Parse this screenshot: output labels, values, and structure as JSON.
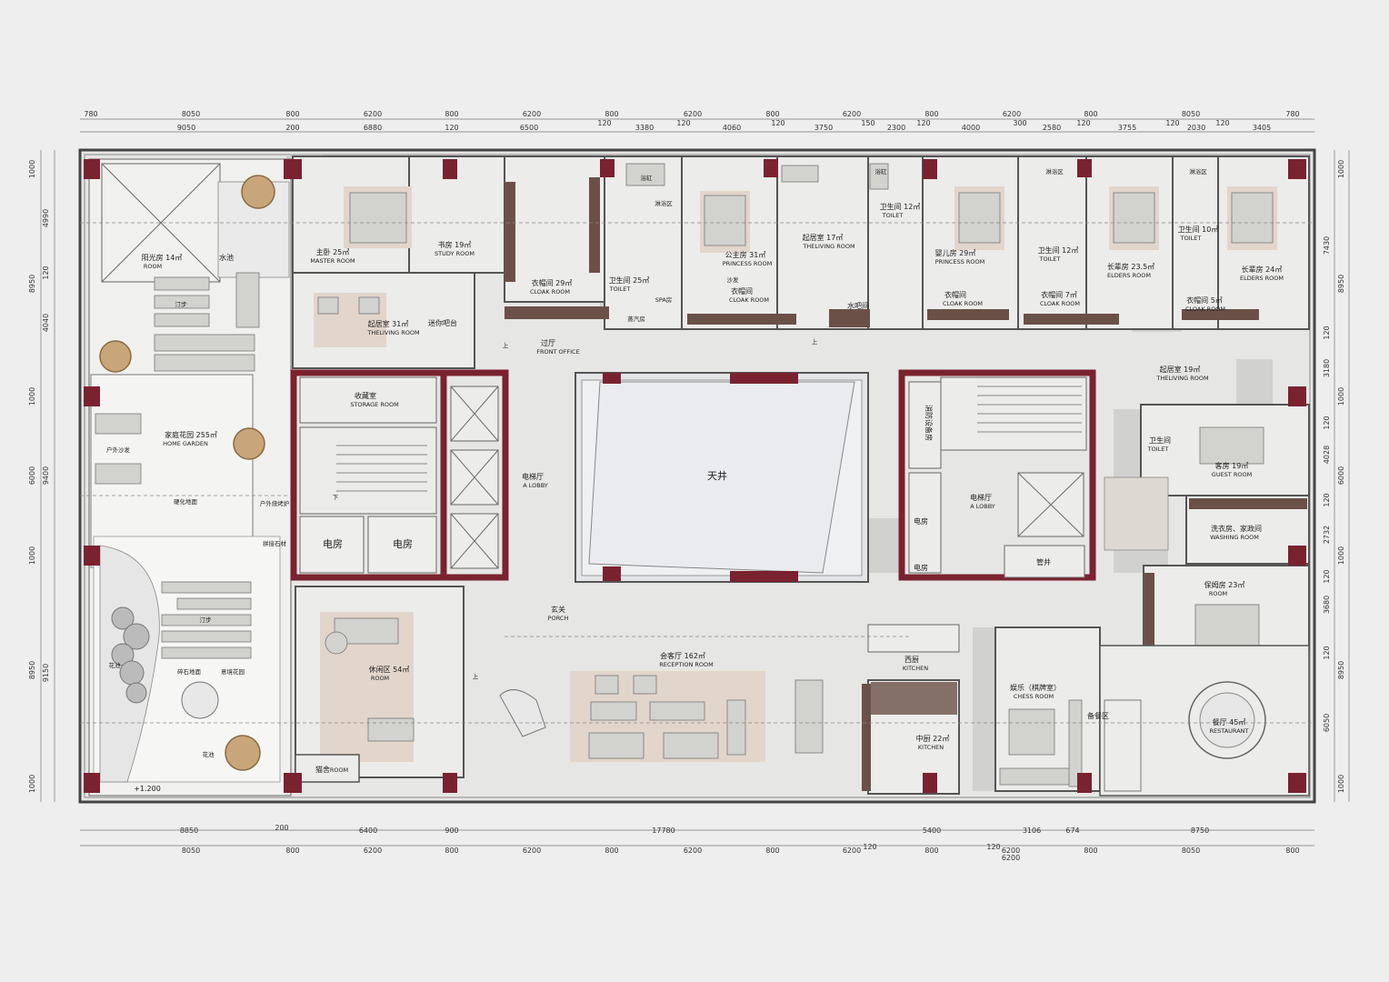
{
  "dims": {
    "top_outer": [
      "780",
      "8050",
      "800",
      "6200",
      "800",
      "6200",
      "800",
      "6200",
      "800",
      "6200",
      "800",
      "6200",
      "800",
      "8050",
      "780"
    ],
    "top_inner": [
      "9050",
      "200",
      "6880",
      "120",
      "6500",
      "120",
      "3380",
      "120",
      "4060",
      "120",
      "3750",
      "150",
      "2300",
      "120",
      "4000",
      "300",
      "2580",
      "120",
      "3755",
      "120",
      "2030",
      "120",
      "3405"
    ],
    "bottom_inner": [
      "8850",
      "200",
      "6400",
      "900",
      "17780",
      "5400",
      "3106",
      "674",
      "8750"
    ],
    "bottom_outer": [
      "8050",
      "800",
      "6200",
      "800",
      "6200",
      "800",
      "6200",
      "800",
      "6200",
      "120",
      "6200",
      "120",
      "800",
      "6200",
      "800",
      "8050",
      "800"
    ],
    "left_outer": [
      "1000",
      "8950",
      "1000",
      "6000",
      "1000",
      "8950",
      "1000"
    ],
    "left_inner": [
      "4990",
      "120",
      "4040",
      "9400",
      "9150"
    ],
    "right_outer": [
      "1000",
      "8950",
      "1000",
      "6000",
      "1000",
      "8950",
      "1000"
    ],
    "right_inner": [
      "7430",
      "120",
      "3180",
      "120",
      "4028",
      "120",
      "2732",
      "120",
      "3680",
      "120",
      "6050"
    ]
  },
  "rooms": [
    {
      "id": "sunroom",
      "cn": "阳光房 14㎡",
      "en": "ROOM"
    },
    {
      "id": "pool",
      "cn": "水池",
      "en": ""
    },
    {
      "id": "master",
      "cn": "主卧 25㎡",
      "en": "MASTER ROOM"
    },
    {
      "id": "study",
      "cn": "书房 19㎡",
      "en": "STUDY ROOM"
    },
    {
      "id": "cloak1",
      "cn": "衣帽间 29㎡",
      "en": "CLOAK ROOM"
    },
    {
      "id": "toilet1",
      "cn": "卫生间 25㎡",
      "en": "TOILET"
    },
    {
      "id": "princess1",
      "cn": "公主房 31㎡",
      "en": "PRINCESS ROOM"
    },
    {
      "id": "cloak2",
      "cn": "衣帽间",
      "en": "CLOAK ROOM"
    },
    {
      "id": "living1",
      "cn": "起居室 17㎡",
      "en": "THELIVING ROOM"
    },
    {
      "id": "toilet2",
      "cn": "卫生间 12㎡",
      "en": "TOILET"
    },
    {
      "id": "waterbar",
      "cn": "水吧间",
      "en": ""
    },
    {
      "id": "princess2",
      "cn": "婴儿房 29㎡",
      "en": "PRINCESS ROOM"
    },
    {
      "id": "cloak3",
      "cn": "衣帽间",
      "en": "CLOAK ROOM"
    },
    {
      "id": "toilet3",
      "cn": "卫生间 12㎡",
      "en": "TOILET"
    },
    {
      "id": "cloak4",
      "cn": "衣帽间 7㎡",
      "en": "CLOAK ROOM"
    },
    {
      "id": "elders1",
      "cn": "长辈房 23.5㎡",
      "en": "ELDERS ROOM"
    },
    {
      "id": "toilet4",
      "cn": "卫生间 10㎡",
      "en": "TOILET"
    },
    {
      "id": "cloak5",
      "cn": "衣帽间 5㎡",
      "en": "CLOAK ROOM"
    },
    {
      "id": "elders2",
      "cn": "长辈房 24㎡",
      "en": "ELDERS ROOM"
    },
    {
      "id": "living2",
      "cn": "起居室 31㎡",
      "en": "THELIVING ROOM"
    },
    {
      "id": "minibar",
      "cn": "迷你吧台",
      "en": ""
    },
    {
      "id": "frontoffice",
      "cn": "过厅",
      "en": "FRONT OFFICE"
    },
    {
      "id": "storage",
      "cn": "收藏室",
      "en": "STORAGE ROOM"
    },
    {
      "id": "garden",
      "cn": "家庭花园 255㎡",
      "en": "HOME GARDEN"
    },
    {
      "id": "alobby1",
      "cn": "电梯厅",
      "en": "A LOBBY"
    },
    {
      "id": "atrium",
      "cn": "天井",
      "en": ""
    },
    {
      "id": "alobby2",
      "cn": "电梯厅",
      "en": "A LOBBY"
    },
    {
      "id": "living3",
      "cn": "起居室 19㎡",
      "en": "THELIVING ROOM"
    },
    {
      "id": "toilet5",
      "cn": "卫生间",
      "en": "TOILET"
    },
    {
      "id": "guest",
      "cn": "客房 19㎡",
      "en": "GUEST ROOM"
    },
    {
      "id": "washing",
      "cn": "洗衣房、家政间",
      "en": "WASHING ROOM"
    },
    {
      "id": "nanny",
      "cn": "保姆房 23㎡",
      "en": "ROOM"
    },
    {
      "id": "lounge",
      "cn": "休闲区 54㎡",
      "en": "ROOM"
    },
    {
      "id": "porch",
      "cn": "玄关",
      "en": "PORCH"
    },
    {
      "id": "reception",
      "cn": "会客厅 162㎡",
      "en": "RECEPTION ROOM"
    },
    {
      "id": "westkitchen",
      "cn": "西厨",
      "en": "KITCHEN"
    },
    {
      "id": "chinesekitchen",
      "cn": "中厨 22㎡",
      "en": "KITCHEN"
    },
    {
      "id": "chess",
      "cn": "娱乐（棋牌室）",
      "en": "CHESS ROOM"
    },
    {
      "id": "pantry",
      "cn": "备餐区",
      "en": ""
    },
    {
      "id": "restaurant",
      "cn": "餐厅 45㎡",
      "en": "RESTAURANT"
    },
    {
      "id": "cat",
      "cn": "猫舍",
      "en": "ROOM"
    }
  ],
  "labels": {
    "electric1": "电房",
    "electric2": "电房",
    "electric3": "电房",
    "electric4": "电房",
    "fire": "消防设备房",
    "shaft": "管井",
    "hardground": "硬化地面",
    "gravel": "碎石地面",
    "artgarden": "意境花园",
    "stepstone1": "汀步",
    "stepstone2": "汀步",
    "outdoorsofa": "户外沙发",
    "bbq": "户外烧烤炉",
    "flower1": "花池",
    "flower2": "花池",
    "stone": "拼接石材",
    "elev": "+1.200",
    "up1": "上",
    "up2": "上",
    "up3": "上",
    "down1": "下",
    "bath1": "浴缸",
    "bath2": "浴缸",
    "shower1": "淋浴区",
    "shower2": "淋浴区",
    "shower3": "淋浴区",
    "sofa": "沙发",
    "spa": "SPA房",
    "steam": "蒸汽房"
  }
}
